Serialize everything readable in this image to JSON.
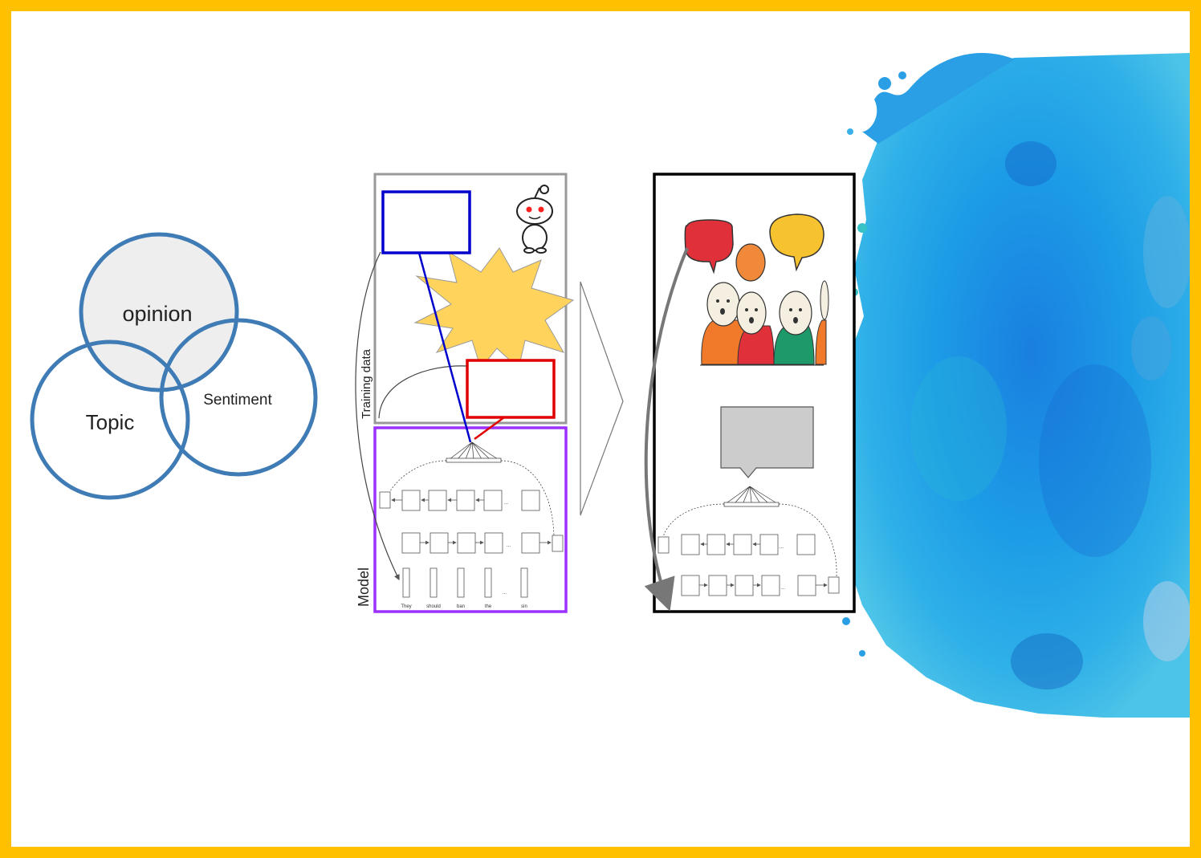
{
  "venn": {
    "opinion": "opinion",
    "topic": "Topic",
    "sentiment": "Sentiment"
  },
  "pipeline": {
    "training_label": "Training data",
    "model_label": "Model",
    "words": [
      "They",
      "should",
      "ban",
      "the",
      "sin"
    ],
    "ellipsis": "..."
  },
  "colors": {
    "frame": "#ffc000",
    "venn_stroke": "#3f7bb5",
    "opinion_fill": "#eeeeee",
    "training_box": "#999999",
    "model_box": "#9b30ff",
    "blue_box": "#0000cc",
    "red_box": "#e00000",
    "burst": "#ffd35c",
    "paint": "#1e8fe0"
  }
}
